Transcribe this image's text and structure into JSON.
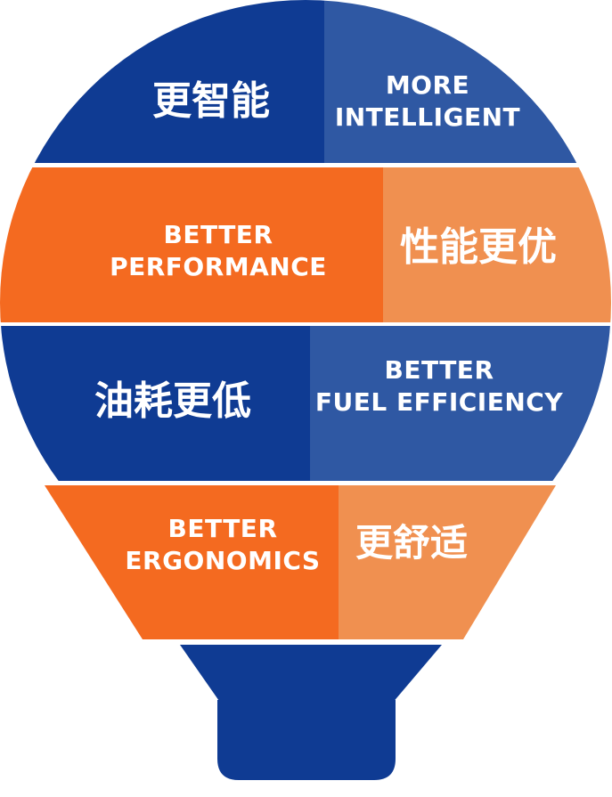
{
  "colors": {
    "dark_blue": "#0f3b93",
    "light_blue": "#2f58a3",
    "dark_orange": "#f46a20",
    "light_orange": "#f09050",
    "text": "#ffffff"
  },
  "bands": [
    {
      "zh": "更智能",
      "en": [
        "MORE",
        "INTELLIGENT"
      ]
    },
    {
      "zh": "性能更优",
      "en": [
        "BETTER",
        "PERFORMANCE"
      ]
    },
    {
      "zh": "油耗更低",
      "en": [
        "BETTER",
        "FUEL EFFICIENCY"
      ]
    },
    {
      "zh": "更舒适",
      "en": [
        "BETTER",
        "ERGONOMICS"
      ]
    }
  ]
}
